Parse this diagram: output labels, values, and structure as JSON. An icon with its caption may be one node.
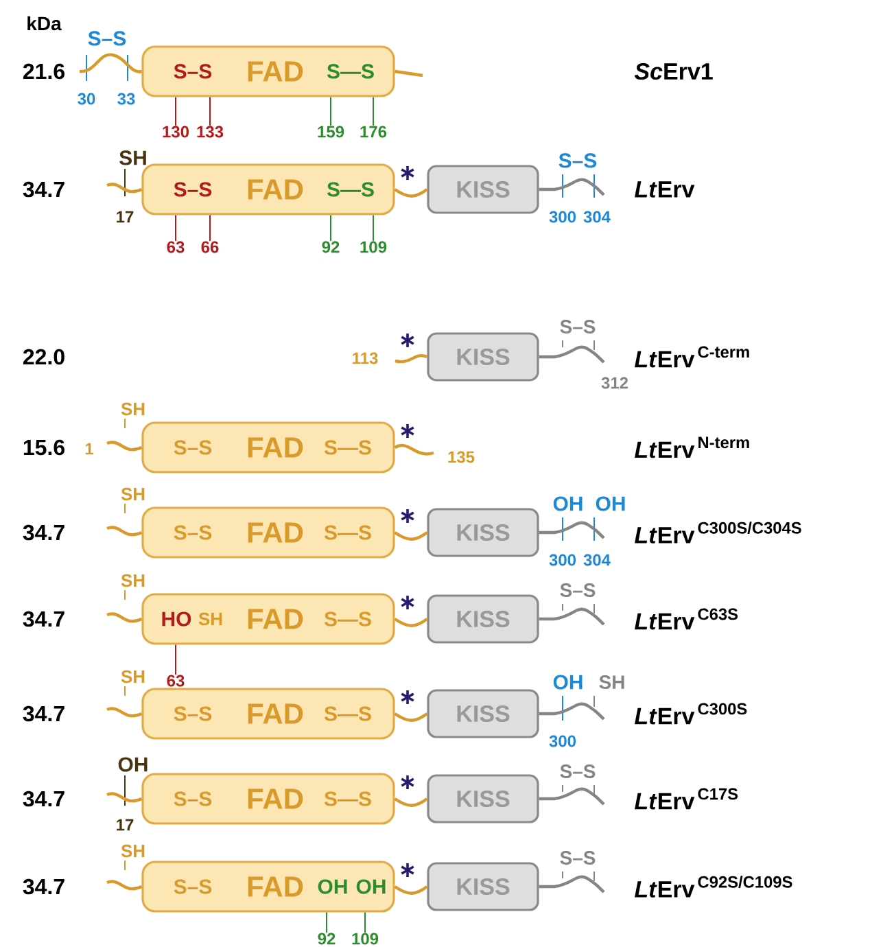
{
  "diagram": {
    "nodes": [
      {
        "text": [
          "S–S",
          "FAD",
          "S—S"
        ]
      },
      {
        "text": [
          "S–S",
          "FAD",
          "S—S"
        ]
      },
      {
        "text": [
          "KISS"
        ]
      },
      {
        "text": [
          "KISS"
        ]
      },
      {
        "text": [
          "S–S",
          "FAD",
          "S—S"
        ]
      },
      {
        "text": [
          "S–S",
          "FAD",
          "S—S"
        ]
      },
      {
        "text": [
          "KISS"
        ]
      },
      {
        "text": [
          "HO",
          "SH",
          "FAD",
          "S—S"
        ]
      },
      {
        "text": [
          "KISS"
        ]
      },
      {
        "text": [
          "S–S",
          "FAD",
          "S—S"
        ]
      },
      {
        "text": [
          "KISS"
        ]
      },
      {
        "text": [
          "S–S",
          "FAD",
          "S—S"
        ]
      },
      {
        "text": [
          "KISS"
        ]
      },
      {
        "text": [
          "S–S",
          "FAD",
          "OH",
          "OH"
        ]
      },
      {
        "text": [
          "KISS"
        ]
      },
      {
        "text": [
          "130"
        ]
      },
      {
        "text": [
          "133"
        ]
      },
      {
        "text": [
          "159"
        ]
      },
      {
        "text": [
          "176"
        ]
      },
      {
        "text": [
          "63"
        ]
      },
      {
        "text": [
          "66"
        ]
      },
      {
        "text": [
          "92"
        ]
      },
      {
        "text": [
          "109"
        ]
      },
      {
        "text": [
          "63"
        ]
      },
      {
        "text": [
          "92"
        ]
      },
      {
        "text": [
          "109"
        ]
      }
    ],
    "edges": [
      {
        "from": 1,
        "to": 2,
        "arrow": "none"
      },
      {
        "from": 5,
        "to": 6,
        "arrow": "none"
      },
      {
        "from": 7,
        "to": 8,
        "arrow": "none"
      },
      {
        "from": 9,
        "to": 10,
        "arrow": "none"
      },
      {
        "from": 11,
        "to": 12,
        "arrow": "none"
      },
      {
        "from": 13,
        "to": 14,
        "arrow": "none"
      },
      {
        "from": null,
        "to": 0,
        "arrow": "none"
      },
      {
        "from": 0,
        "to": null,
        "arrow": "none"
      },
      {
        "from": null,
        "to": 1,
        "arrow": "none"
      },
      {
        "from": null,
        "to": 4,
        "arrow": "none"
      },
      {
        "from": null,
        "to": 5,
        "arrow": "none"
      },
      {
        "from": null,
        "to": 7,
        "arrow": "none"
      },
      {
        "from": null,
        "to": 9,
        "arrow": "none"
      },
      {
        "from": null,
        "to": 11,
        "arrow": "none"
      },
      {
        "from": null,
        "to": 13,
        "arrow": "none"
      },
      {
        "from": 2,
        "to": null,
        "arrow": "none",
        "color": "#858585"
      },
      {
        "from": 3,
        "to": null,
        "arrow": "none",
        "color": "#858585"
      },
      {
        "from": 6,
        "to": null,
        "arrow": "none",
        "color": "#858585"
      },
      {
        "from": 8,
        "to": null,
        "arrow": "none",
        "color": "#858585"
      },
      {
        "from": 10,
        "to": null,
        "arrow": "none",
        "color": "#858585"
      },
      {
        "from": 12,
        "to": null,
        "arrow": "none",
        "color": "#858585"
      },
      {
        "from": 14,
        "to": null,
        "arrow": "none",
        "color": "#858585"
      },
      {
        "from": null,
        "to": 3,
        "arrow": "none"
      },
      {
        "from": 4,
        "to": null,
        "arrow": "none"
      },
      {
        "from": 15,
        "to": 0,
        "arrow": "none",
        "color": "#b01c1c"
      },
      {
        "from": 16,
        "to": 0,
        "arrow": "none",
        "color": "#b01c1c"
      },
      {
        "from": 17,
        "to": 0,
        "arrow": "none",
        "color": "#2e8b2e"
      },
      {
        "from": 18,
        "to": 0,
        "arrow": "none",
        "color": "#2e8b2e"
      },
      {
        "from": 19,
        "to": 1,
        "arrow": "none",
        "color": "#b01c1c"
      },
      {
        "from": 20,
        "to": 1,
        "arrow": "none",
        "color": "#b01c1c"
      },
      {
        "from": 21,
        "to": 1,
        "arrow": "none",
        "color": "#2e8b2e"
      },
      {
        "from": 22,
        "to": 1,
        "arrow": "none",
        "color": "#2e8b2e"
      },
      {
        "from": 23,
        "to": 7,
        "arrow": "none",
        "color": "#b01c1c"
      },
      {
        "from": 24,
        "to": 13,
        "arrow": "none",
        "color": "#2e8b2e"
      },
      {
        "from": 25,
        "to": 13,
        "arrow": "none",
        "color": "#2e8b2e"
      }
    ],
    "labels": [
      "kDa",
      "21.6",
      "S–S",
      "30",
      "33",
      "\\text{\\textit{Sc}Erv1}",
      "34.7",
      "SH",
      "17",
      "S–S",
      "300",
      "304",
      "\\text{\\textit{Lt}Erv}",
      "22.0",
      "113",
      "S–S",
      "312",
      "\\text{\\textit{Lt}Erv}^{\\,\\text{C-term}}",
      "15.6",
      "SH",
      "1",
      "135",
      "\\text{\\textit{Lt}Erv}^{\\,\\text{N-term}}",
      "34.7",
      "SH",
      "OH",
      "OH",
      "300",
      "304",
      "\\text{\\textit{Lt}Erv}^{\\,\\text{C300S/C304S}}",
      "34.7",
      "SH",
      "S–S",
      "\\text{\\textit{Lt}Erv}^{\\,\\text{C63S}}",
      "34.7",
      "SH",
      "OH",
      "SH",
      "300",
      "\\text{\\textit{Lt}Erv}^{\\,\\text{C300S}}",
      "34.7",
      "OH",
      "17",
      "S–S",
      "\\text{\\textit{Lt}Erv}^{\\,\\text{C17S}}",
      "34.7",
      "SH",
      "S–S",
      "\\text{\\textit{Lt}Erv}^{\\,\\text{C92S/C109S}}"
    ]
  }
}
